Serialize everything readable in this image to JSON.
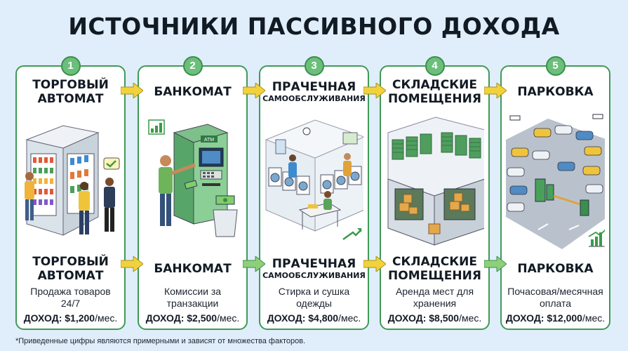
{
  "title": "ИСТОЧНИКИ ПАССИВНОГО ДОХОДА",
  "income_label": "ДОХОД:",
  "cards": [
    {
      "number": "1",
      "title_lines": [
        "ТОРГОВЫЙ",
        "АВТОМАТ"
      ],
      "subtitle_lines": [
        "ТОРГОВЫЙ",
        "АВТОМАТ"
      ],
      "description": "Продажа товаров 24/7",
      "income_value": "$1,200",
      "income_unit": "/мес."
    },
    {
      "number": "2",
      "title_lines": [
        "БАНКОМАТ"
      ],
      "subtitle_lines": [
        "БАНКОМАТ"
      ],
      "description": "Комиссии за транзакции",
      "income_value": "$2,500",
      "income_unit": "/мес."
    },
    {
      "number": "3",
      "title_lines": [
        "ПРАЧЕЧНАЯ",
        "САМООБСЛУЖИВАНИЯ"
      ],
      "subtitle_lines": [
        "ПРАЧЕЧНАЯ",
        "САМООБСЛУЖИВАНИЯ"
      ],
      "description": "Стирка и сушка одежды",
      "income_value": "$4,800",
      "income_unit": "/мес."
    },
    {
      "number": "4",
      "title_lines": [
        "СКЛАДСКИЕ",
        "ПОМЕЩЕНИЯ"
      ],
      "subtitle_lines": [
        "СКЛАДСКИЕ",
        "ПОМЕЩЕНИЯ"
      ],
      "description": "Аренда мест для хранения",
      "income_value": "$8,500",
      "income_unit": "/мес."
    },
    {
      "number": "5",
      "title_lines": [
        "ПАРКОВКА"
      ],
      "subtitle_lines": [
        "ПАРКОВКА"
      ],
      "description": "Почасовая/месячная оплата",
      "income_value": "$12,000",
      "income_unit": "/мес."
    }
  ],
  "atm_sign": "ATM",
  "footnote": "*Приведенные цифры являются примерными и зависят от множества факторов.",
  "colors": {
    "accent_green": "#3f9a56",
    "arrow_yellow": "#f2d23c",
    "background": "#dfeefa"
  }
}
